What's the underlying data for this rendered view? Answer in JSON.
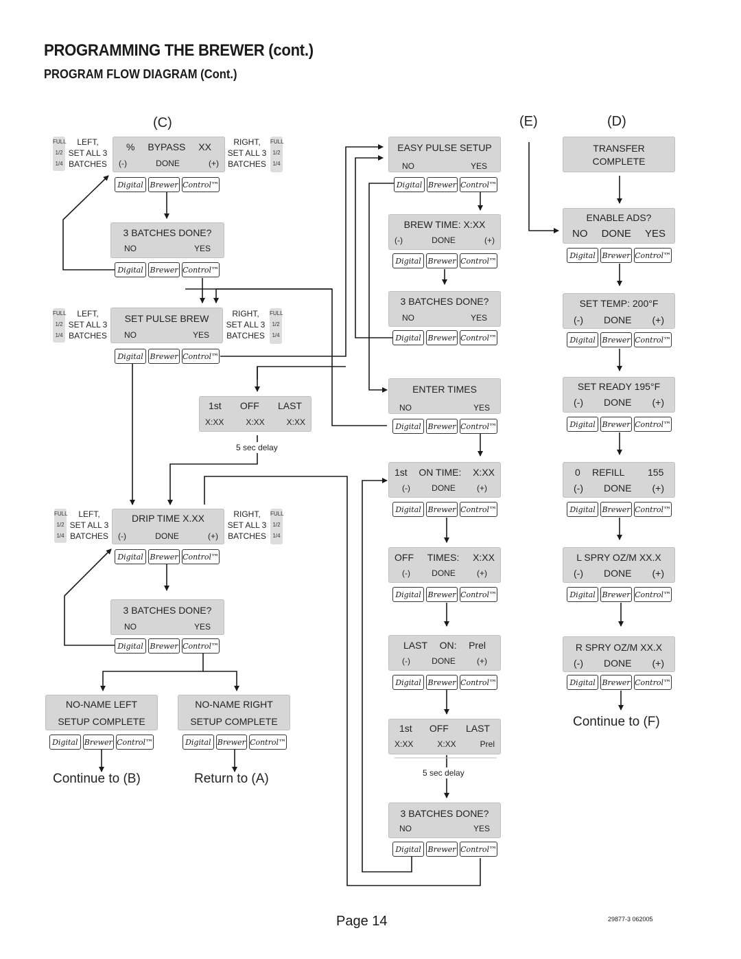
{
  "header": {
    "title": "PROGRAMMING THE BREWER (cont.)",
    "subtitle": "PROGRAM FLOW DIAGRAM (Cont.)"
  },
  "section_labels": {
    "c": "(C)",
    "e": "(E)",
    "d": "(D)"
  },
  "keypad": {
    "k1": "Digital",
    "k2": "Brewer",
    "k3": "Control™"
  },
  "side": {
    "left_l1": "LEFT,",
    "left_l2": "SET ALL 3",
    "left_l3": "BATCHES",
    "right_l1": "RIGHT,",
    "right_l2": "SET ALL 3",
    "right_l3": "BATCHES",
    "full": "FULL",
    "half": "1/2",
    "quarter": "1/4"
  },
  "screens": {
    "bypass": {
      "l1a": "%",
      "l1b": "BYPASS",
      "l1c": "XX",
      "l2a": "(-)",
      "l2b": "DONE",
      "l2c": "(+)"
    },
    "batches1": {
      "title": "3 BATCHES DONE?",
      "no": "NO",
      "yes": "YES"
    },
    "pulse_brew": {
      "title": "SET PULSE BREW",
      "no": "NO",
      "yes": "YES"
    },
    "first_off_last": {
      "a": "1st",
      "b": "OFF",
      "c": "LAST",
      "d": "X:XX",
      "e": "X:XX",
      "f": "X:XX"
    },
    "drip": {
      "title": "DRIP  TIME  X.XX",
      "l2a": "(-)",
      "l2b": "DONE",
      "l2c": "(+)"
    },
    "batches2": {
      "title": "3 BATCHES DONE?",
      "no": "NO",
      "yes": "YES"
    },
    "noname_left": {
      "l1": "NO-NAME LEFT",
      "l2": "SETUP COMPLETE"
    },
    "noname_right": {
      "l1": "NO-NAME RIGHT",
      "l2": "SETUP COMPLETE"
    },
    "easy_pulse": {
      "title": "EASY PULSE SETUP",
      "no": "NO",
      "yes": "YES"
    },
    "brew_time": {
      "title": "BREW TIME: X:XX",
      "l2a": "(-)",
      "l2b": "DONE",
      "l2c": "(+)"
    },
    "batches3": {
      "title": "3 BATCHES DONE?",
      "no": "NO",
      "yes": "YES"
    },
    "enter_times": {
      "title": "ENTER TIMES",
      "no": "NO",
      "yes": "YES"
    },
    "on_time": {
      "a": "1st",
      "b": "ON TIME:",
      "c": "X:XX",
      "l2a": "(-)",
      "l2b": "DONE",
      "l2c": "(+)"
    },
    "off_times": {
      "a": "OFF",
      "b": "TIMES:",
      "c": "X:XX",
      "l2a": "(-)",
      "l2b": "DONE",
      "l2c": "(+)"
    },
    "last_on": {
      "a": "LAST",
      "b": "ON:",
      "c": "Prel",
      "l2a": "(-)",
      "l2b": "DONE",
      "l2c": "(+)"
    },
    "first_off_last2": {
      "a": "1st",
      "b": "OFF",
      "c": "LAST",
      "d": "X:XX",
      "e": "X:XX",
      "f": "Prel"
    },
    "batches4": {
      "title": "3 BATCHES DONE?",
      "no": "NO",
      "yes": "YES"
    },
    "transfer": {
      "l1": "TRANSFER",
      "l2": "COMPLETE"
    },
    "enable_ads": {
      "title": "ENABLE  ADS?",
      "a": "NO",
      "b": "DONE",
      "c": "YES"
    },
    "set_temp": {
      "title": "SET TEMP: 200°F",
      "l2a": "(-)",
      "l2b": "DONE",
      "l2c": "(+)"
    },
    "set_ready": {
      "title": "SET READY  195°F",
      "l2a": "(-)",
      "l2b": "DONE",
      "l2c": "(+)"
    },
    "refill": {
      "a": "0",
      "b": "REFILL",
      "c": "155",
      "l2a": "(-)",
      "l2b": "DONE",
      "l2c": "(+)"
    },
    "l_spry": {
      "title": "L SPRY OZ/M  XX.X",
      "l2a": "(-)",
      "l2b": "DONE",
      "l2c": "(+)"
    },
    "r_spry": {
      "title": "R SPRY OZ/M  XX.X",
      "l2a": "(-)",
      "l2b": "DONE",
      "l2c": "(+)"
    }
  },
  "delays": {
    "d1": "5 sec delay",
    "d2": "5 sec delay"
  },
  "continues": {
    "b": "Continue to (B)",
    "a": "Return to (A)",
    "f": "Continue to (F)"
  },
  "footer": {
    "page": "Page 14",
    "code": "29877-3 062005"
  }
}
